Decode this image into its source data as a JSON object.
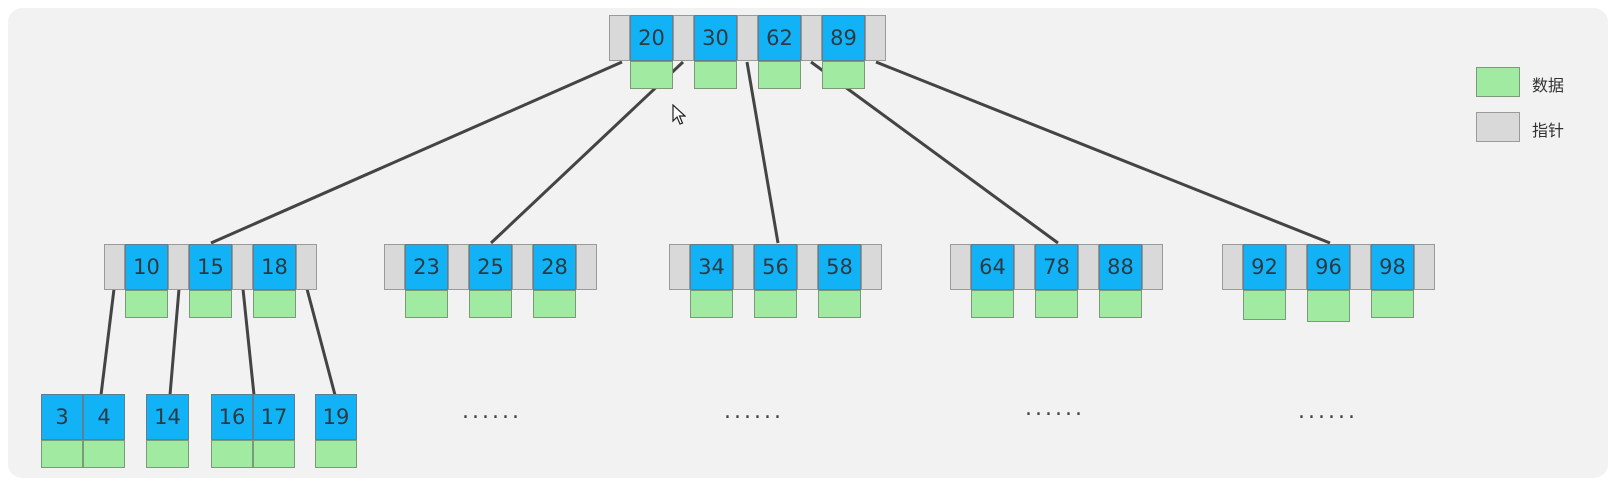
{
  "legend": {
    "data_label": "数据",
    "pointer_label": "指针",
    "data_color": "#a1eaa1",
    "pointer_color": "#d9d9d9",
    "key_color": "#12b2f7"
  },
  "root": {
    "keys": [
      "20",
      "30",
      "62",
      "89"
    ]
  },
  "level2": [
    {
      "keys": [
        "10",
        "15",
        "18"
      ]
    },
    {
      "keys": [
        "23",
        "25",
        "28"
      ]
    },
    {
      "keys": [
        "34",
        "56",
        "58"
      ]
    },
    {
      "keys": [
        "64",
        "78",
        "88"
      ]
    },
    {
      "keys": [
        "92",
        "96",
        "98"
      ]
    }
  ],
  "leaves": [
    {
      "keys": [
        "3",
        "4"
      ]
    },
    {
      "keys": [
        "14"
      ]
    },
    {
      "keys": [
        "16",
        "17"
      ]
    },
    {
      "keys": [
        "19"
      ]
    }
  ],
  "ellipses": [
    "......",
    "......",
    "......",
    "......"
  ]
}
